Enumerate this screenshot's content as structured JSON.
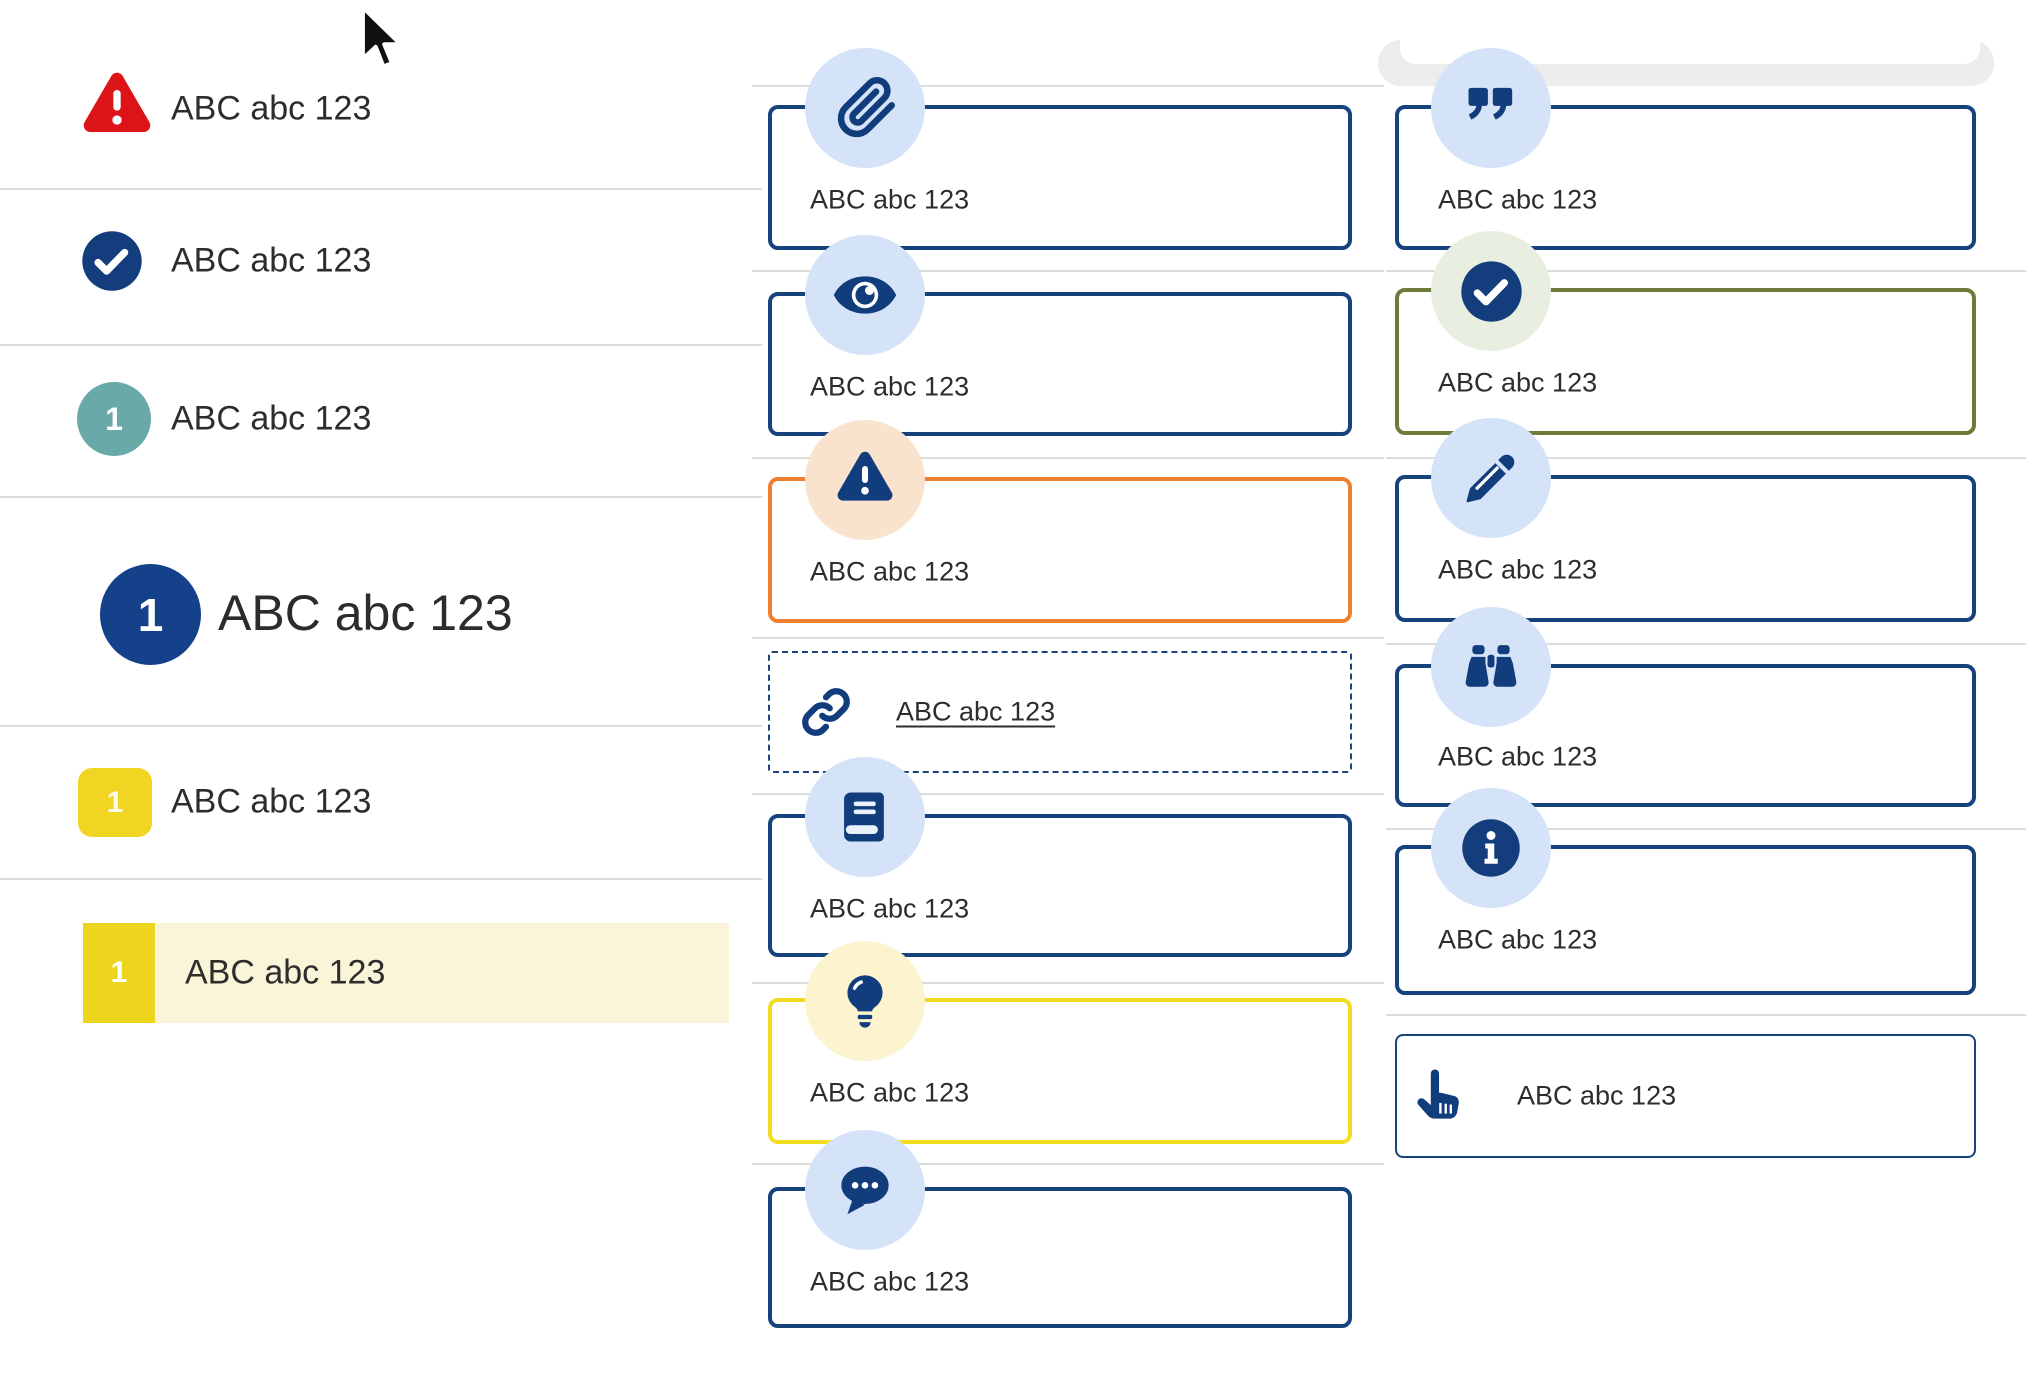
{
  "left_list": {
    "items": [
      {
        "id": "alert",
        "icon": "alert-triangle-icon",
        "label": "ABC abc 123"
      },
      {
        "id": "complete",
        "icon": "check-circle-icon",
        "label": "ABC abc 123"
      },
      {
        "id": "step-teal",
        "badge": "1",
        "style": "teal-circle",
        "label": "ABC abc 123"
      },
      {
        "id": "heading-step",
        "badge": "1",
        "style": "navy-circle-large",
        "label": "ABC abc 123"
      },
      {
        "id": "step-yellow",
        "badge": "1",
        "style": "yellow-square",
        "label": "ABC abc 123"
      },
      {
        "id": "step-selected",
        "badge": "1",
        "style": "yellow-highlight-row",
        "label": "ABC abc 123"
      }
    ]
  },
  "middle_callouts": [
    {
      "icon": "paperclip-icon",
      "variant": "navy",
      "label": "ABC abc 123"
    },
    {
      "icon": "eye-icon",
      "variant": "navy",
      "label": "ABC abc 123"
    },
    {
      "icon": "warning-icon",
      "variant": "orange",
      "label": "ABC abc 123"
    },
    {
      "icon": "link-icon",
      "variant": "dashed-link",
      "label": "ABC abc 123"
    },
    {
      "icon": "book-icon",
      "variant": "navy",
      "label": "ABC abc 123"
    },
    {
      "icon": "lightbulb-icon",
      "variant": "yellow",
      "label": "ABC abc 123"
    },
    {
      "icon": "chat-icon",
      "variant": "navy",
      "label": "ABC abc 123"
    }
  ],
  "right_callouts": [
    {
      "icon": "quote-icon",
      "variant": "navy",
      "label": "ABC abc 123"
    },
    {
      "icon": "check-circle-icon",
      "variant": "olive",
      "label": "ABC abc 123"
    },
    {
      "icon": "pencil-icon",
      "variant": "navy",
      "label": "ABC abc 123"
    },
    {
      "icon": "binoculars-icon",
      "variant": "navy",
      "label": "ABC abc 123"
    },
    {
      "icon": "info-icon",
      "variant": "navy",
      "label": "ABC abc 123"
    },
    {
      "icon": "hand-pointer-icon",
      "variant": "plain",
      "label": "ABC abc 123"
    }
  ],
  "colors": {
    "navy_border": "#16427d",
    "icon_navy": "#123d7c",
    "alert_red": "#dc1418",
    "teal": "#69a9a8",
    "yellow_square": "#f0d622",
    "highlight_row_bg": "#faf5d8",
    "highlight_block": "#eed51d",
    "light_blue_circle": "#d5e3f8",
    "peach_circle": "#fae3cd",
    "pale_yellow_circle": "#fbf4cf",
    "pale_green_circle": "#e9efe0",
    "orange_border": "#ee8030",
    "olive_border": "#6e7b39",
    "yellow_border": "#f2de21",
    "divider": "#dbdbdb",
    "text": "#2d2d2d"
  }
}
